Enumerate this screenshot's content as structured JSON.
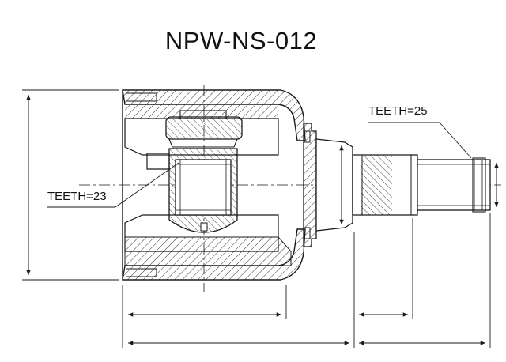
{
  "title": "NPW-NS-012",
  "labels": {
    "inner_teeth": "TEETH=23",
    "outer_teeth": "TEETH=25"
  },
  "colors": {
    "ink": "#1a1a1a",
    "background": "#ffffff"
  }
}
